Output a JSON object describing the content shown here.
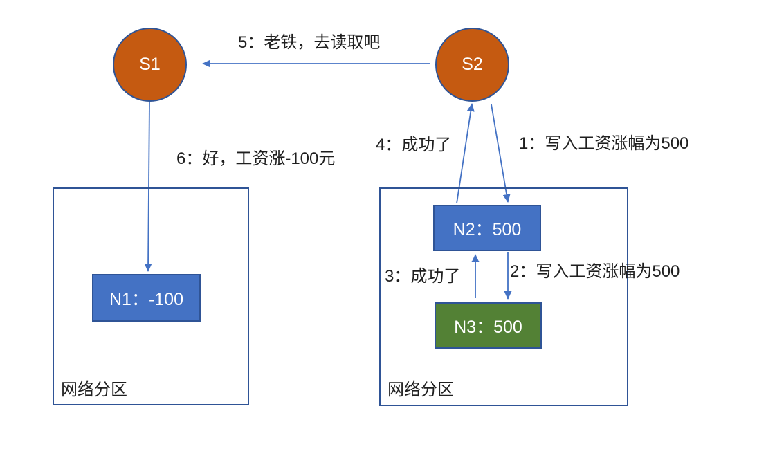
{
  "nodes": {
    "s1": "S1",
    "s2": "S2",
    "n1": "N1：-100",
    "n2": "N2：500",
    "n3": "N3：500"
  },
  "partitions": {
    "left": "网络分区",
    "right": "网络分区"
  },
  "messages": {
    "m1": "1：写入工资涨幅为500",
    "m2": "2：写入工资涨幅为500",
    "m3": "3：成功了",
    "m4": "4：成功了",
    "m5": "5：老铁，去读取吧",
    "m6": "6：好，工资涨-100元"
  },
  "colors": {
    "server_fill": "#C55A11",
    "node_fill_blue": "#4472C4",
    "node_fill_green": "#538135",
    "border_blue": "#2F5496",
    "arrow_blue": "#4472C4",
    "text": "#1F1F1F",
    "background": "#FFFFFF"
  }
}
